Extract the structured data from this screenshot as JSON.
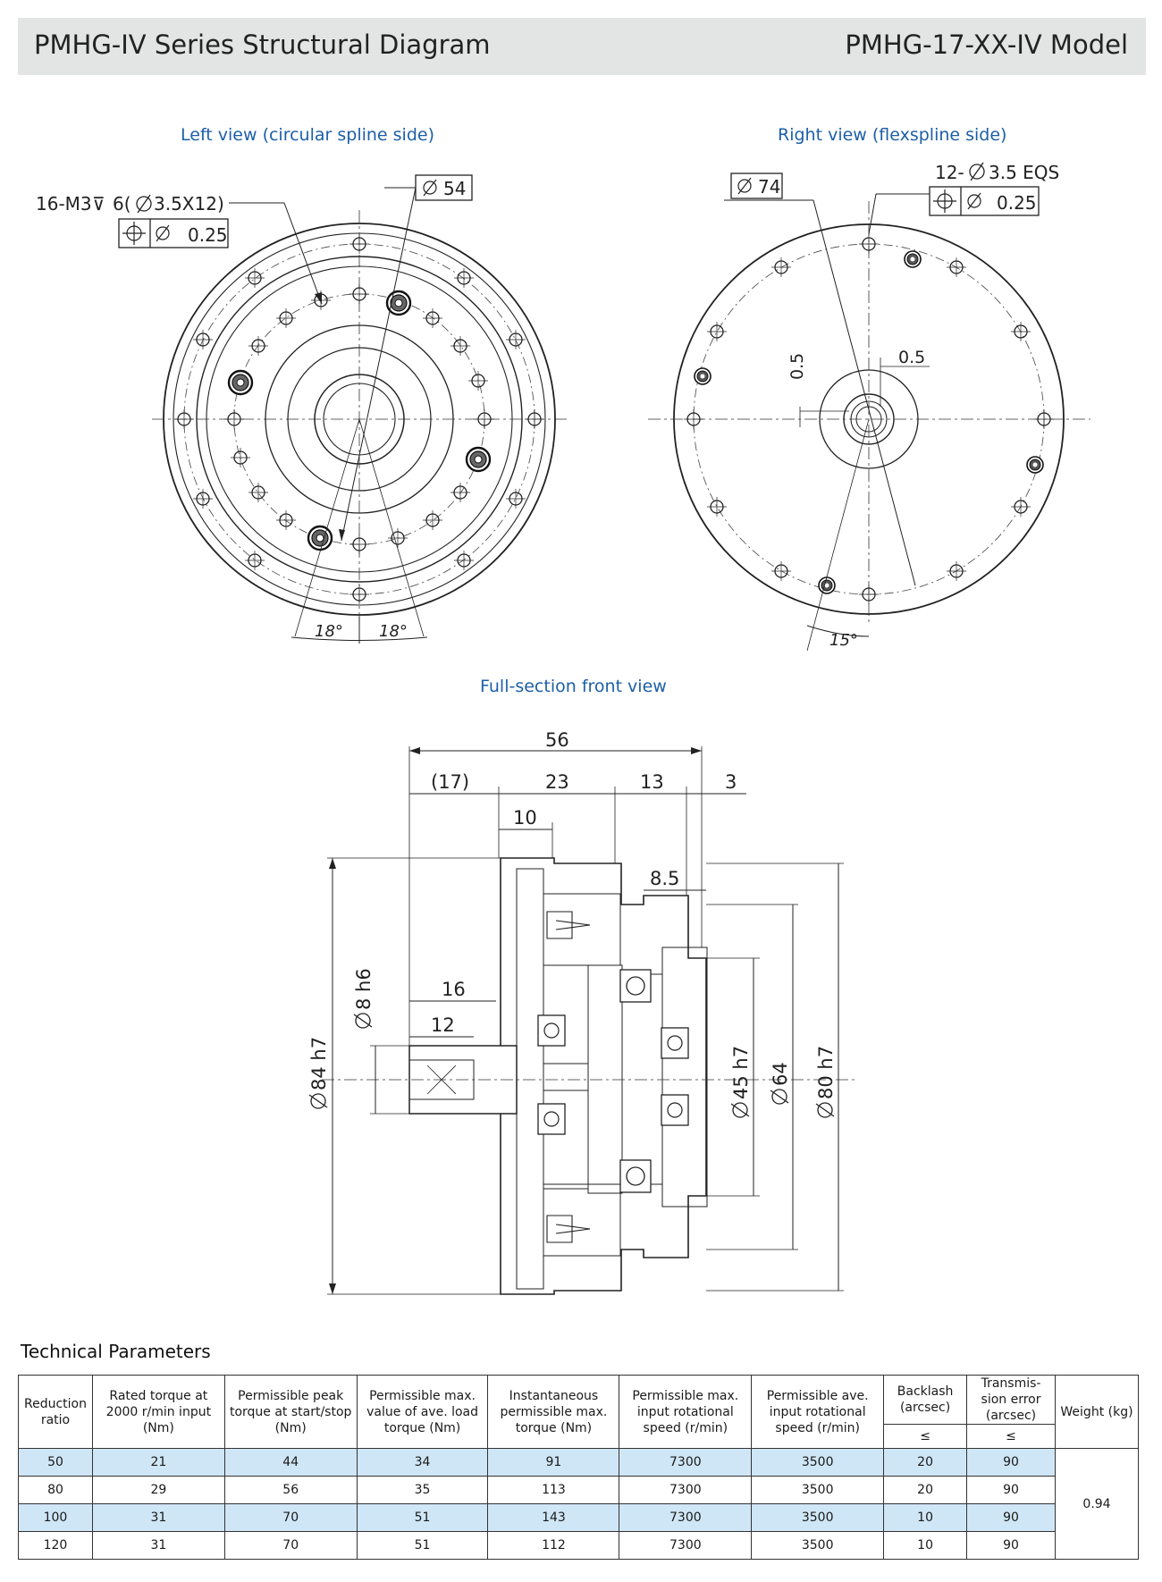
{
  "header": {
    "title_left": "PMHG-IV Series Structural Diagram",
    "title_right": "PMHG-17-XX-IV Model"
  },
  "views": {
    "left_caption": "Left view (circular spline side)",
    "right_caption": "Right view (flexspline side)",
    "front_caption": "Full-section front view"
  },
  "left_view": {
    "thread_callout": "16-M3",
    "depth_symbol": "⊽",
    "thread_spec": "6(",
    "thread_spec_tail": "3.5X12)",
    "position_tol": "0.25",
    "diameter_label": "54",
    "angle_1": "18°",
    "angle_2": "18°"
  },
  "right_view": {
    "hole_callout_prefix": "12-",
    "hole_callout_tail": "3.5 EQS",
    "position_tol": "0.25",
    "diameter_label": "74",
    "offset_v": "0.5",
    "offset_h": "0.5",
    "angle": "15°"
  },
  "front_view": {
    "overall_length": "56",
    "dim_17": "(17)",
    "dim_23": "23",
    "dim_13": "13",
    "dim_3": "3",
    "dim_10": "10",
    "dim_8_5": "8.5",
    "dim_16": "16",
    "dim_12": "12",
    "shaft_dia": "8 h6",
    "outer_dia": "84 h7",
    "dia_45": "45 h7",
    "dia_64": "64",
    "dia_80": "80 h7"
  },
  "technical_parameters": {
    "title": "Technical Parameters",
    "headers": [
      "Reduction ratio",
      "Rated torque at 2000 r/min input (Nm)",
      "Permissible peak torque at start/stop (Nm)",
      "Permissible max. value of ave. load torque (Nm)",
      "Instantaneous permissible max. torque (Nm)",
      "Permissible max. input rotational speed (r/min)",
      "Permissible ave. input rotational speed (r/min)",
      "Backlash (arcsec)",
      "Transmis-sion error (arcsec)",
      "Weight (kg)"
    ],
    "sub_headers": [
      "≤",
      "≤"
    ],
    "rows": [
      [
        "50",
        "21",
        "44",
        "34",
        "91",
        "7300",
        "3500",
        "20",
        "90"
      ],
      [
        "80",
        "29",
        "56",
        "35",
        "113",
        "7300",
        "3500",
        "20",
        "90"
      ],
      [
        "100",
        "31",
        "70",
        "51",
        "143",
        "7300",
        "3500",
        "10",
        "90"
      ],
      [
        "120",
        "31",
        "70",
        "51",
        "112",
        "7300",
        "3500",
        "10",
        "90"
      ]
    ],
    "weight": "0.94",
    "highlight_color": "#cfe6f6"
  }
}
